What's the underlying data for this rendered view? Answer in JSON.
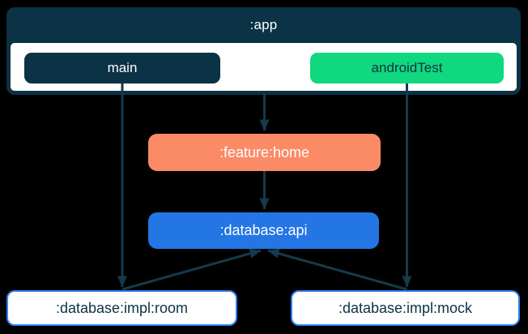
{
  "colors": {
    "background": "#000000",
    "navy": "#0B3245",
    "green": "#0FD87E",
    "salmon": "#FB8A66",
    "blue": "#2376E4",
    "blue_border": "#2F80F2",
    "edge": "#16394B",
    "white": "#FFFFFF"
  },
  "diagram": {
    "container": {
      "label": ":app"
    },
    "source_sets": [
      {
        "id": "main",
        "label": "main",
        "style": "navy"
      },
      {
        "id": "androidTest",
        "label": "androidTest",
        "style": "green"
      }
    ],
    "modules": [
      {
        "id": "feature-home",
        "label": ":feature:home",
        "style": "salmon"
      },
      {
        "id": "database-api",
        "label": ":database:api",
        "style": "blue"
      },
      {
        "id": "database-impl-room",
        "label": ":database:impl:room",
        "style": "outline"
      },
      {
        "id": "database-impl-mock",
        "label": ":database:impl:mock",
        "style": "outline"
      }
    ],
    "edges": [
      {
        "from": ":app",
        "to": ":feature:home"
      },
      {
        "from": ":feature:home",
        "to": ":database:api"
      },
      {
        "from": "main",
        "to": ":database:impl:room"
      },
      {
        "from": "androidTest",
        "to": ":database:impl:mock"
      },
      {
        "from": ":database:impl:room",
        "to": ":database:api"
      },
      {
        "from": ":database:impl:mock",
        "to": ":database:api"
      }
    ]
  }
}
